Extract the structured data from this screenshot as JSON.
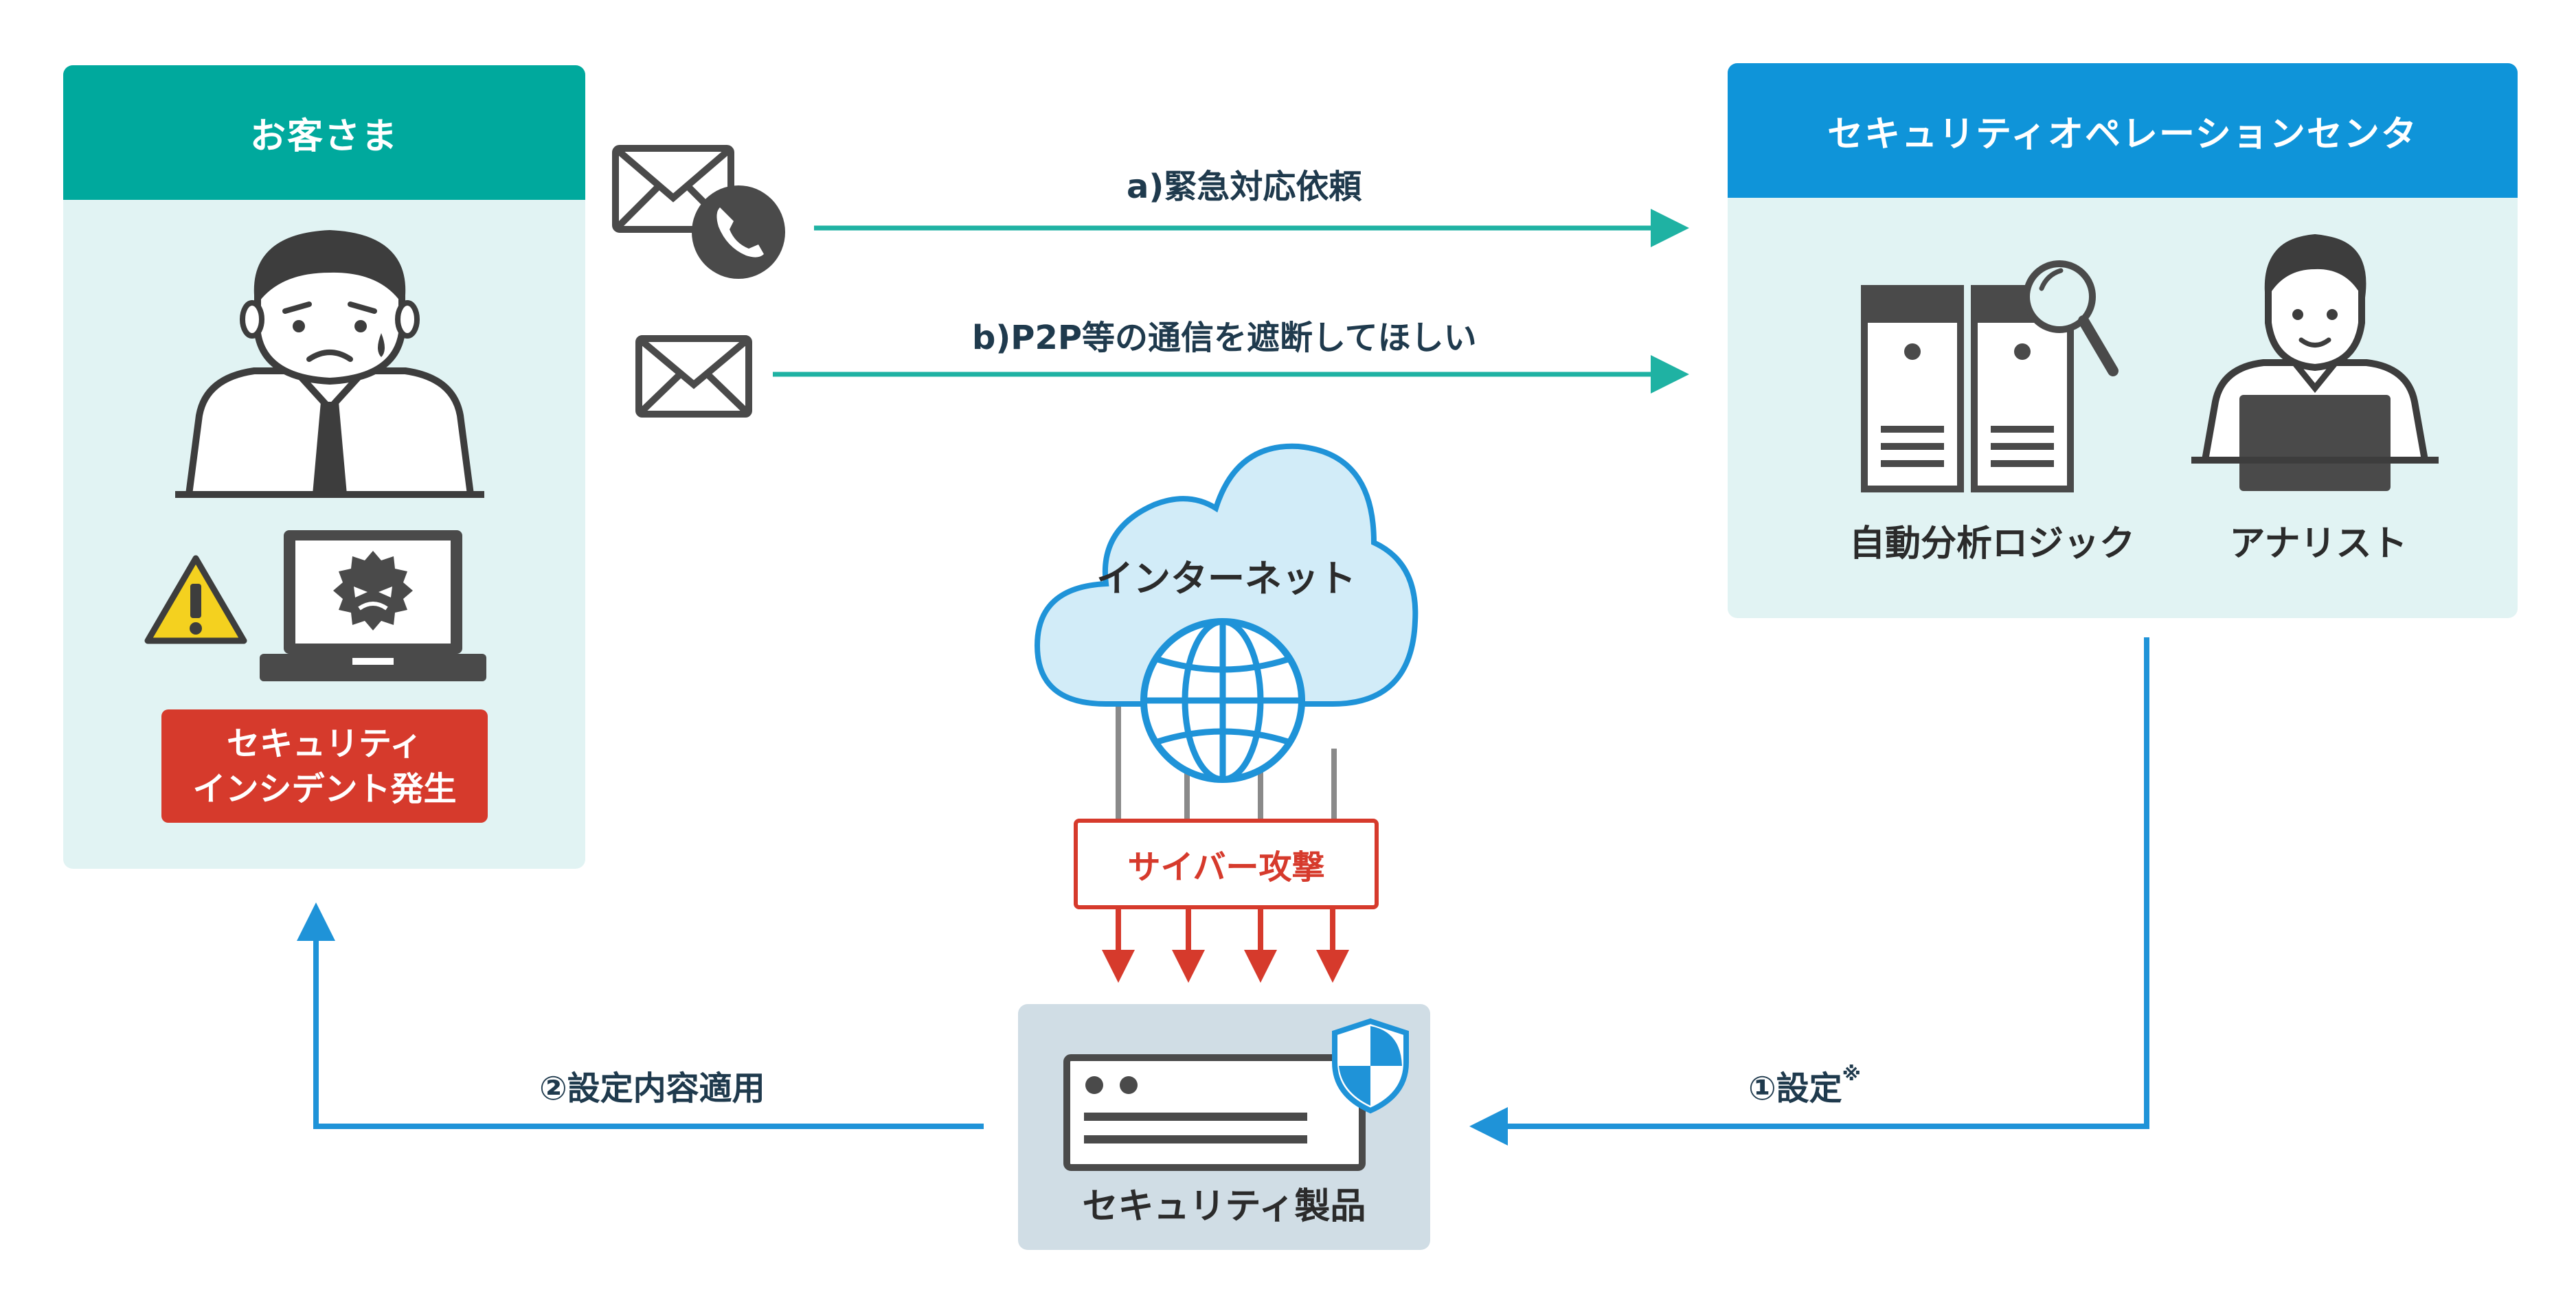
{
  "customer": {
    "title": "お客さま",
    "incident_line1": "セキュリティ",
    "incident_line2": "インシデント発生"
  },
  "soc": {
    "title": "セキュリティオペレーションセンタ",
    "auto_logic": "自動分析ロジック",
    "analyst": "アナリスト"
  },
  "flows": {
    "a": "a)緊急対応依頼",
    "b": "b)P2P等の通信を遮断してほしい",
    "step1": "①設定",
    "step1_mark": "※",
    "step2": "②設定内容適用"
  },
  "internet": {
    "label": "インターネット",
    "attack": "サイバー攻撃"
  },
  "product": {
    "label": "セキュリティ製品"
  },
  "colors": {
    "customer_header": "#00a99d",
    "soc_header": "#0f94d9",
    "panel_bg": "#e1f3f3",
    "teal_arrow": "#1fb2a3",
    "blue_arrow": "#1f93d8",
    "alert_red": "#d63a2c",
    "cloud_fill": "#d2ecf8",
    "cloud_stroke": "#1f93d8",
    "product_bg": "#d0dde5",
    "icon_dark": "#4a4a4a"
  }
}
